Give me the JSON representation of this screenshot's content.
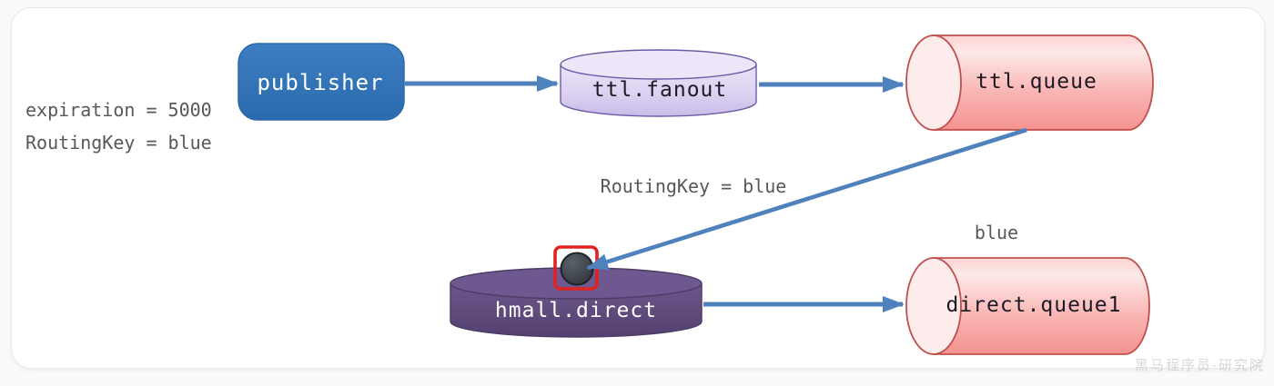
{
  "diagram": {
    "title_hint": "RabbitMQ TTL / dead-letter routing diagram",
    "nodes": {
      "publisher": {
        "label": "publisher"
      },
      "ttl_fanout": {
        "label": "ttl.fanout"
      },
      "ttl_queue": {
        "label": "ttl.queue"
      },
      "hmall_direct": {
        "label": "hmall.direct"
      },
      "direct_queue1": {
        "label": "direct.queue1"
      }
    },
    "annotations": {
      "expiration": "expiration = 5000",
      "routing_key_left": "RoutingKey = blue",
      "routing_key_mid": "RoutingKey = blue",
      "binding_key": "blue"
    },
    "edges": [
      {
        "from": "publisher",
        "to": "ttl.fanout"
      },
      {
        "from": "ttl.fanout",
        "to": "ttl.queue"
      },
      {
        "from": "ttl.queue",
        "to": "hmall.direct",
        "label": "RoutingKey = blue"
      },
      {
        "from": "hmall.direct",
        "to": "direct.queue1",
        "label": "blue"
      }
    ],
    "colors": {
      "arrow": "#4f81bd",
      "publisher_fill": "#2e75b6",
      "fanout_exchange_fill": "#d8ccee",
      "queue_fill": "#f9b5b3",
      "queue_stroke": "#c0504d",
      "direct_exchange_fill": "#5d4a7d",
      "highlight_box": "#e02320",
      "binding_dot": "#3a4046",
      "annotation_text": "#585858"
    },
    "watermark": "黑马程序员-研究院"
  }
}
